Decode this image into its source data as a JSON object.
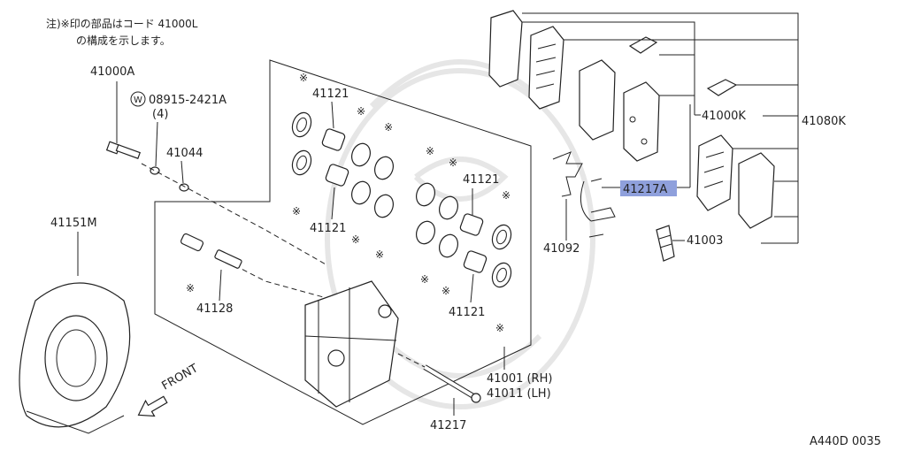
{
  "note": {
    "line1": "注)※印の部品はコード 41000L",
    "line2": "の構成を示します。"
  },
  "labels": {
    "p41000A": "41000A",
    "washer_code": "08915-2421A",
    "washer_circle": "W",
    "washer_qty": "(4)",
    "p41044": "41044",
    "p41151M": "41151M",
    "p41121_a": "41121",
    "p41121_b": "41121",
    "p41121_c": "41121",
    "p41121_d": "41121",
    "p41128": "41128",
    "p41092": "41092",
    "p41217A": "41217A",
    "p41000K": "41000K",
    "p41080K": "41080K",
    "p41003": "41003",
    "p41001": "41001 (RH)",
    "p41011": "41011 (LH)",
    "p41217": "41217",
    "front": "FRONT",
    "diagram_code": "A440D 0035"
  },
  "asterisk": "※",
  "highlight_color": "#8fa0dc"
}
